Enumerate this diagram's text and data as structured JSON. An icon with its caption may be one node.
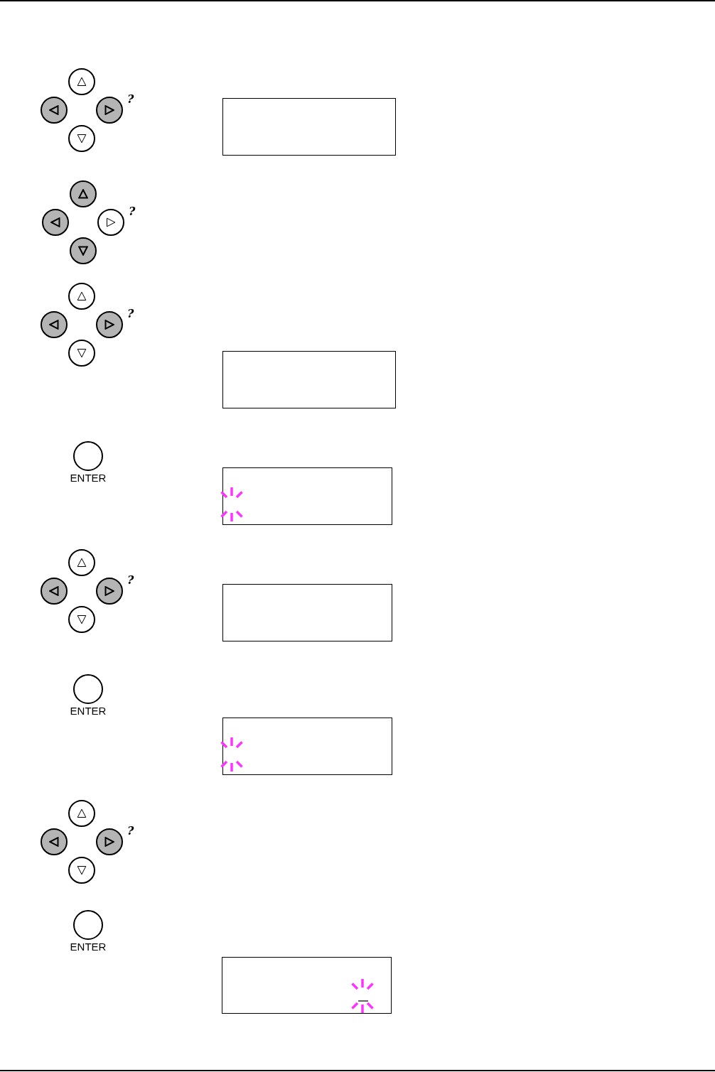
{
  "diagram": {
    "nodes": [
      {
        "text": [],
        "shape": "circle"
      },
      {
        "text": [],
        "shape": "circle"
      },
      {
        "text": [],
        "shape": "circle",
        "beside": [
          "?"
        ]
      },
      {
        "text": [],
        "shape": "circle"
      },
      {
        "text": [],
        "shape": "box"
      },
      {
        "text": [],
        "shape": "circle"
      },
      {
        "text": [],
        "shape": "circle"
      },
      {
        "text": [],
        "shape": "circle",
        "beside": [
          "?"
        ]
      },
      {
        "text": [],
        "shape": "circle"
      },
      {
        "text": [],
        "shape": "circle"
      },
      {
        "text": [],
        "shape": "circle"
      },
      {
        "text": [],
        "shape": "circle",
        "beside": [
          "?"
        ]
      },
      {
        "text": [],
        "shape": "circle"
      },
      {
        "text": [],
        "shape": "box"
      },
      {
        "text": [
          "ENTER"
        ]
      },
      {
        "text": [],
        "shape": "box"
      },
      {
        "text": [],
        "shape": "circle"
      },
      {
        "text": [],
        "shape": "circle"
      },
      {
        "text": [],
        "shape": "circle",
        "beside": [
          "?"
        ]
      },
      {
        "text": [],
        "shape": "circle"
      },
      {
        "text": [],
        "shape": "box"
      },
      {
        "text": [
          "ENTER"
        ]
      },
      {
        "text": [],
        "shape": "box"
      },
      {
        "text": [],
        "shape": "circle"
      },
      {
        "text": [],
        "shape": "circle"
      },
      {
        "text": [],
        "shape": "circle",
        "beside": [
          "?"
        ]
      },
      {
        "text": [],
        "shape": "circle"
      },
      {
        "text": [
          "ENTER"
        ]
      },
      {
        "text": [],
        "shape": "box"
      }
    ]
  }
}
